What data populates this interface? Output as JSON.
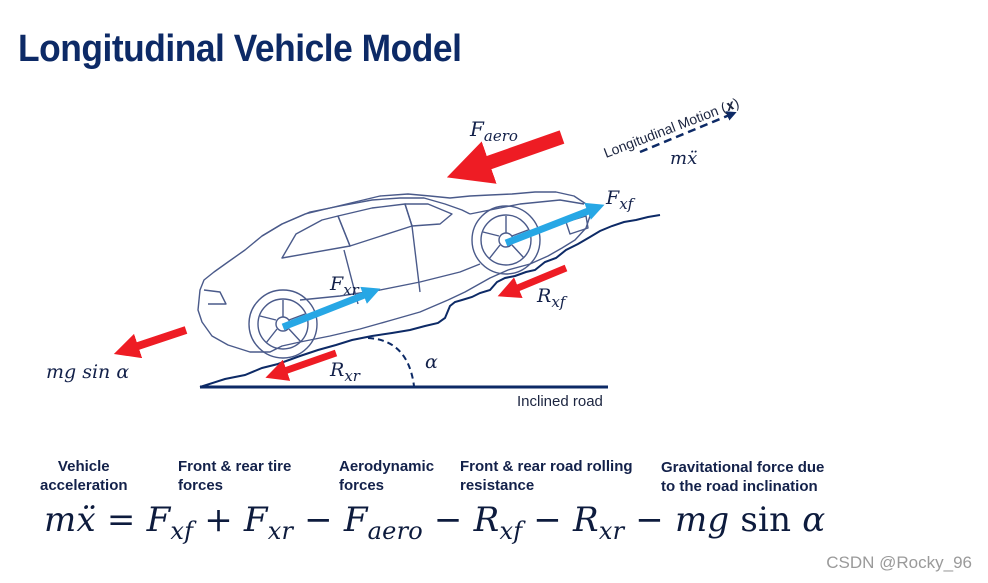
{
  "title": "Longitudinal Vehicle Model",
  "diagram": {
    "labels": {
      "f_aero": "F",
      "f_aero_sub": "aero",
      "motion_label": "Longitudinal Motion (𝒙)",
      "m_xddot": "mẍ",
      "f_xf": "F",
      "f_xf_sub": "xf",
      "f_xr": "F",
      "f_xr_sub": "xr",
      "r_xf": "R",
      "r_xf_sub": "xf",
      "r_xr": "R",
      "r_xr_sub": "xr",
      "alpha": "α",
      "mg_sin": "mg  sin α",
      "inclined_road": "Inclined road"
    },
    "colors": {
      "red": "#ee1c24",
      "blue": "#27a7e5",
      "navy": "#0d2a66",
      "car": "#4a5a8a"
    }
  },
  "terms": {
    "vehicle_acceleration": "Vehicle\nacceleration",
    "tire_forces": "Front & rear tire\nforces",
    "aero_forces": "Aerodynamic\nforces",
    "rolling_resistance": "Front & rear road rolling\nresistance",
    "gravitational": "Gravitational force due\nto the road inclination"
  },
  "equation": "mẍ = F_xf + F_xr − F_aero − R_xf − R_xr − mg sin α",
  "watermark": "CSDN @Rocky_96"
}
